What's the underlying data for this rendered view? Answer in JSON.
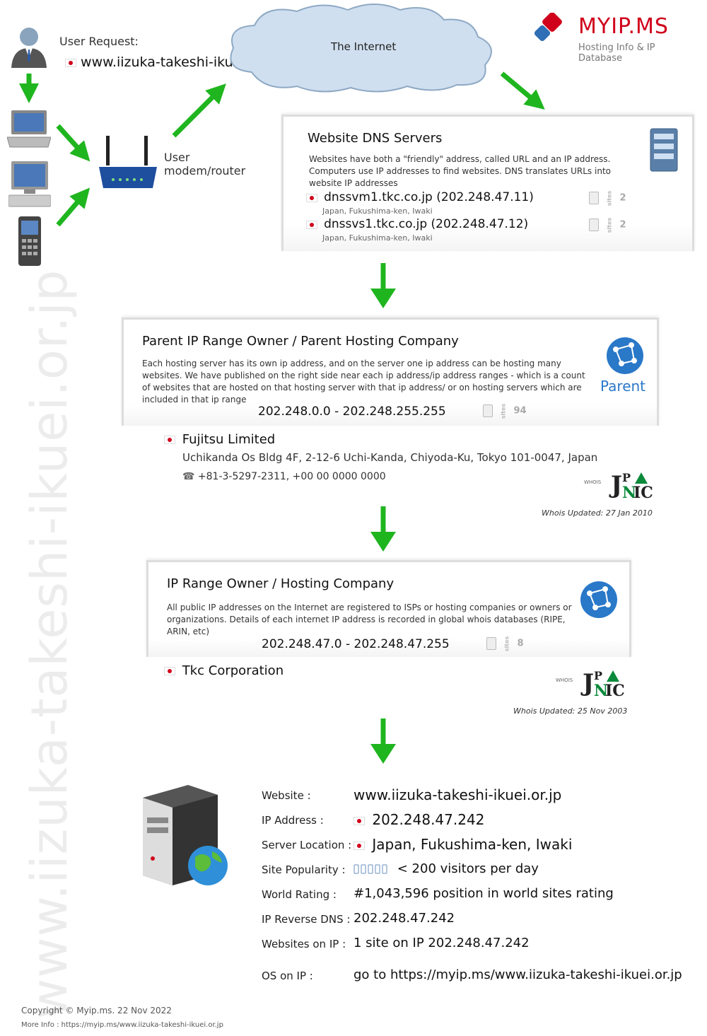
{
  "watermark": "www.iizuka-takeshi-ikuei.or.jp",
  "logo": {
    "name": "MYIP.MS",
    "tagline": "Hosting Info & IP Database",
    "brand_color": "#d0021b"
  },
  "user": {
    "request_label": "User Request:",
    "request_domain": "www.iizuka-takeshi-ikuei.or.jp",
    "modem_label_1": "User",
    "modem_label_2": "modem/router"
  },
  "internet": {
    "label": "The Internet"
  },
  "dns": {
    "title": "Website DNS Servers",
    "desc": "Websites have both a \"friendly\" address, called URL and an IP address. Computers use IP addresses to find websites. DNS translates URLs  into website IP addresses",
    "servers": [
      {
        "host": "dnssvm1.tkc.co.jp (202.248.47.11)",
        "location": "Japan, Fukushima-ken, Iwaki",
        "sites": "2"
      },
      {
        "host": "dnssvs1.tkc.co.jp (202.248.47.12)",
        "location": "Japan, Fukushima-ken, Iwaki",
        "sites": "2"
      }
    ]
  },
  "sites_label": "sites",
  "parent": {
    "title": "Parent IP Range Owner / Parent Hosting Company",
    "desc": "Each hosting server has its own ip address, and on the server one ip address can be hosting many websites. We have published on the right side near each ip address/ip address ranges - which is a  count of websites that are hosted on that hosting server with that ip address/ or on hosting servers which are included in that ip range",
    "badge": "Parent",
    "range": "202.248.0.0 - 202.248.255.255",
    "sites": "94",
    "owner": "Fujitsu Limited",
    "address": "Uchikanda Os Bldg 4F, 2-12-6 Uchi-Kanda, Chiyoda-Ku, Tokyo 101-0047, Japan",
    "phone": "+81-3-5297-2311,  +00 00 0000 0000",
    "whois_updated": "Whois Updated: 27 Jan 2010"
  },
  "owner": {
    "title": "IP Range Owner / Hosting Company",
    "desc": "All public IP addresses on the Internet are registered to ISPs or hosting companies or owners or organizations. Details of each internet IP address is recorded in global whois databases (RIPE, ARIN, etc)",
    "range": "202.248.47.0 - 202.248.47.255",
    "sites": "8",
    "name": "Tkc Corporation",
    "whois_updated": "Whois Updated: 25 Nov 2003"
  },
  "whois_small": "WHOIS",
  "jpnic": {
    "j": "J",
    "p": "P",
    "n": "N",
    "ic": "IC"
  },
  "info": {
    "website_label": "Website :",
    "website": "www.iizuka-takeshi-ikuei.or.jp",
    "ip_label": "IP Address :",
    "ip": "202.248.47.242",
    "location_label": "Server Location :",
    "location": "Japan, Fukushima-ken, Iwaki",
    "popularity_label": "Site Popularity :",
    "popularity": "< 200 visitors per day",
    "rating_label": "World Rating :",
    "rating": "#1,043,596 position in world sites rating",
    "rdns_label": "IP Reverse DNS :",
    "rdns": "202.248.47.242",
    "websites_label": "Websites on IP :",
    "websites": "1 site on IP 202.248.47.242",
    "os_label": "OS on IP :",
    "os": "go to  https://myip.ms/www.iizuka-takeshi-ikuei.or.jp"
  },
  "footer": {
    "copyright": "Copyright © Myip.ms. 22 Nov 2022",
    "more": "More Info : https://myip.ms/www.iizuka-takeshi-ikuei.or.jp"
  }
}
